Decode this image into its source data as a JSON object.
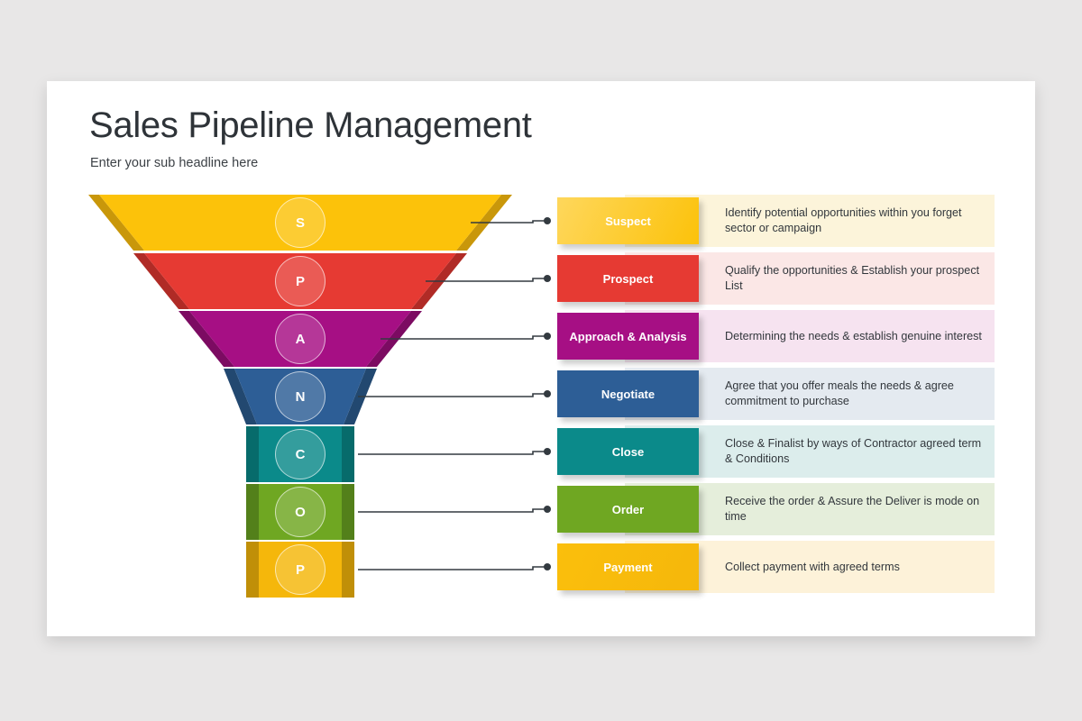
{
  "slide": {
    "title": "Sales Pipeline Management",
    "subtitle": "Enter your sub headline here",
    "background": "#ffffff",
    "page_background": "#e8e7e7"
  },
  "funnel": {
    "segments": [
      {
        "letter": "S",
        "color": "#fcc20a",
        "bevel": "#c9970a",
        "shape": "trapezoid"
      },
      {
        "letter": "P",
        "color": "#e63a33",
        "bevel": "#b02b26",
        "shape": "trapezoid"
      },
      {
        "letter": "A",
        "color": "#a60f84",
        "bevel": "#7c0b62",
        "shape": "trapezoid"
      },
      {
        "letter": "N",
        "color": "#2d5e96",
        "bevel": "#224870",
        "shape": "trapezoid"
      },
      {
        "letter": "C",
        "color": "#0b8a8a",
        "bevel": "#076b6b",
        "shape": "rect"
      },
      {
        "letter": "O",
        "color": "#6fa722",
        "bevel": "#53801a",
        "shape": "rect"
      },
      {
        "letter": "P",
        "color": "#f5b70b",
        "bevel": "#c08f08",
        "shape": "rect"
      }
    ]
  },
  "rows": [
    {
      "label": "Suspect",
      "description": "Identify potential opportunities within you forget sector or campaign",
      "color": "#fcc20a",
      "color_light": "#fed75c",
      "tint": "#fcf4da"
    },
    {
      "label": "Prospect",
      "description": "Qualify the opportunities & Establish your prospect List",
      "color": "#e63a33",
      "color_light": "#e63a33",
      "tint": "#fbe7e6"
    },
    {
      "label": "Approach & Analysis",
      "description": "Determining the needs & establish genuine interest",
      "color": "#a60f84",
      "color_light": "#a60f84",
      "tint": "#f6e3f0"
    },
    {
      "label": "Negotiate",
      "description": "Agree that you offer meals the needs & agree commitment to purchase",
      "color": "#2d5e96",
      "color_light": "#2d5e96",
      "tint": "#e4eaf0"
    },
    {
      "label": "Close",
      "description": "Close & Finalist by ways of Contractor agreed term & Conditions",
      "color": "#0b8a8a",
      "color_light": "#0b8a8a",
      "tint": "#dcedec"
    },
    {
      "label": "Order",
      "description": "Receive the order & Assure the Deliver is mode on time",
      "color": "#6fa722",
      "color_light": "#6fa722",
      "tint": "#e5eedb"
    },
    {
      "label": "Payment",
      "description": "Collect payment with agreed terms",
      "color": "#f5b70b",
      "color_light": "#fbbf0c",
      "tint": "#fdf2d9"
    }
  ],
  "connector": {
    "line_color": "#333a40",
    "dot_color": "#333a40"
  }
}
